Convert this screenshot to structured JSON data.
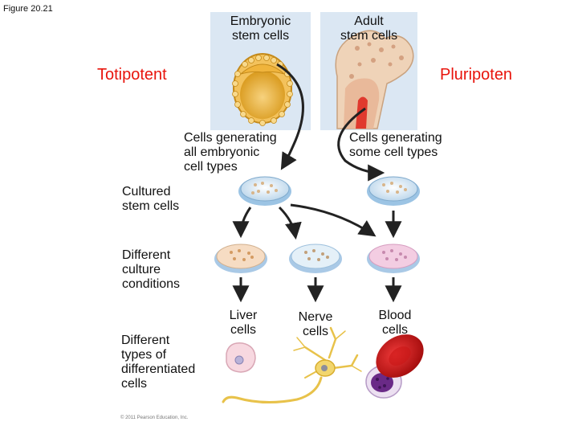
{
  "figure_label": "Figure 20.21",
  "columns": {
    "embryonic": "Embryonic\nstem cells",
    "adult": "Adult\nstem cells"
  },
  "potency": {
    "left": "Totipotent",
    "right": "Pluripoten"
  },
  "captions": {
    "embryonic_cells": "Cells generating\nall embryonic\ncell types",
    "adult_cells": "Cells generating\nsome cell types",
    "cultured": "Cultured\nstem cells",
    "conditions": "Different\nculture\nconditions",
    "differentiated": "Different\ntypes of\ndifferentiated\ncells"
  },
  "cell_types": {
    "liver": "Liver\ncells",
    "nerve": "Nerve\ncells",
    "blood": "Blood\ncells"
  },
  "copyright": "© 2011 Pearson Education, Inc.",
  "colors": {
    "panel": "#dbe7f3",
    "potency_text": "#e8140c",
    "arrow": "#222222"
  }
}
